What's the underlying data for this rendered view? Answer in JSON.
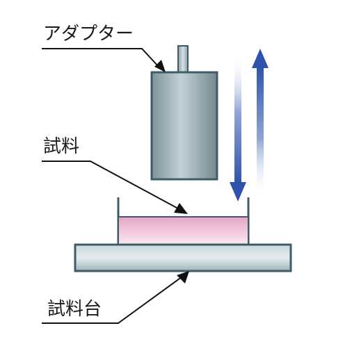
{
  "labels": {
    "adapter": "アダプター",
    "sample": "試料",
    "sample_stage": "試料台"
  },
  "colors": {
    "adapter_body": "#a3b4ba",
    "adapter_outline": "#3e5c68",
    "stage_body": "#b9cbd0",
    "sample_top": "#e6a4c6",
    "sample_bottom": "#f9e6f0",
    "arrow_down": "#2f52ad",
    "arrow_up": "#2f52ad",
    "leader_line": "#111111"
  },
  "icons": {
    "down_arrow": "arrow-down-icon",
    "up_arrow": "arrow-up-icon"
  }
}
